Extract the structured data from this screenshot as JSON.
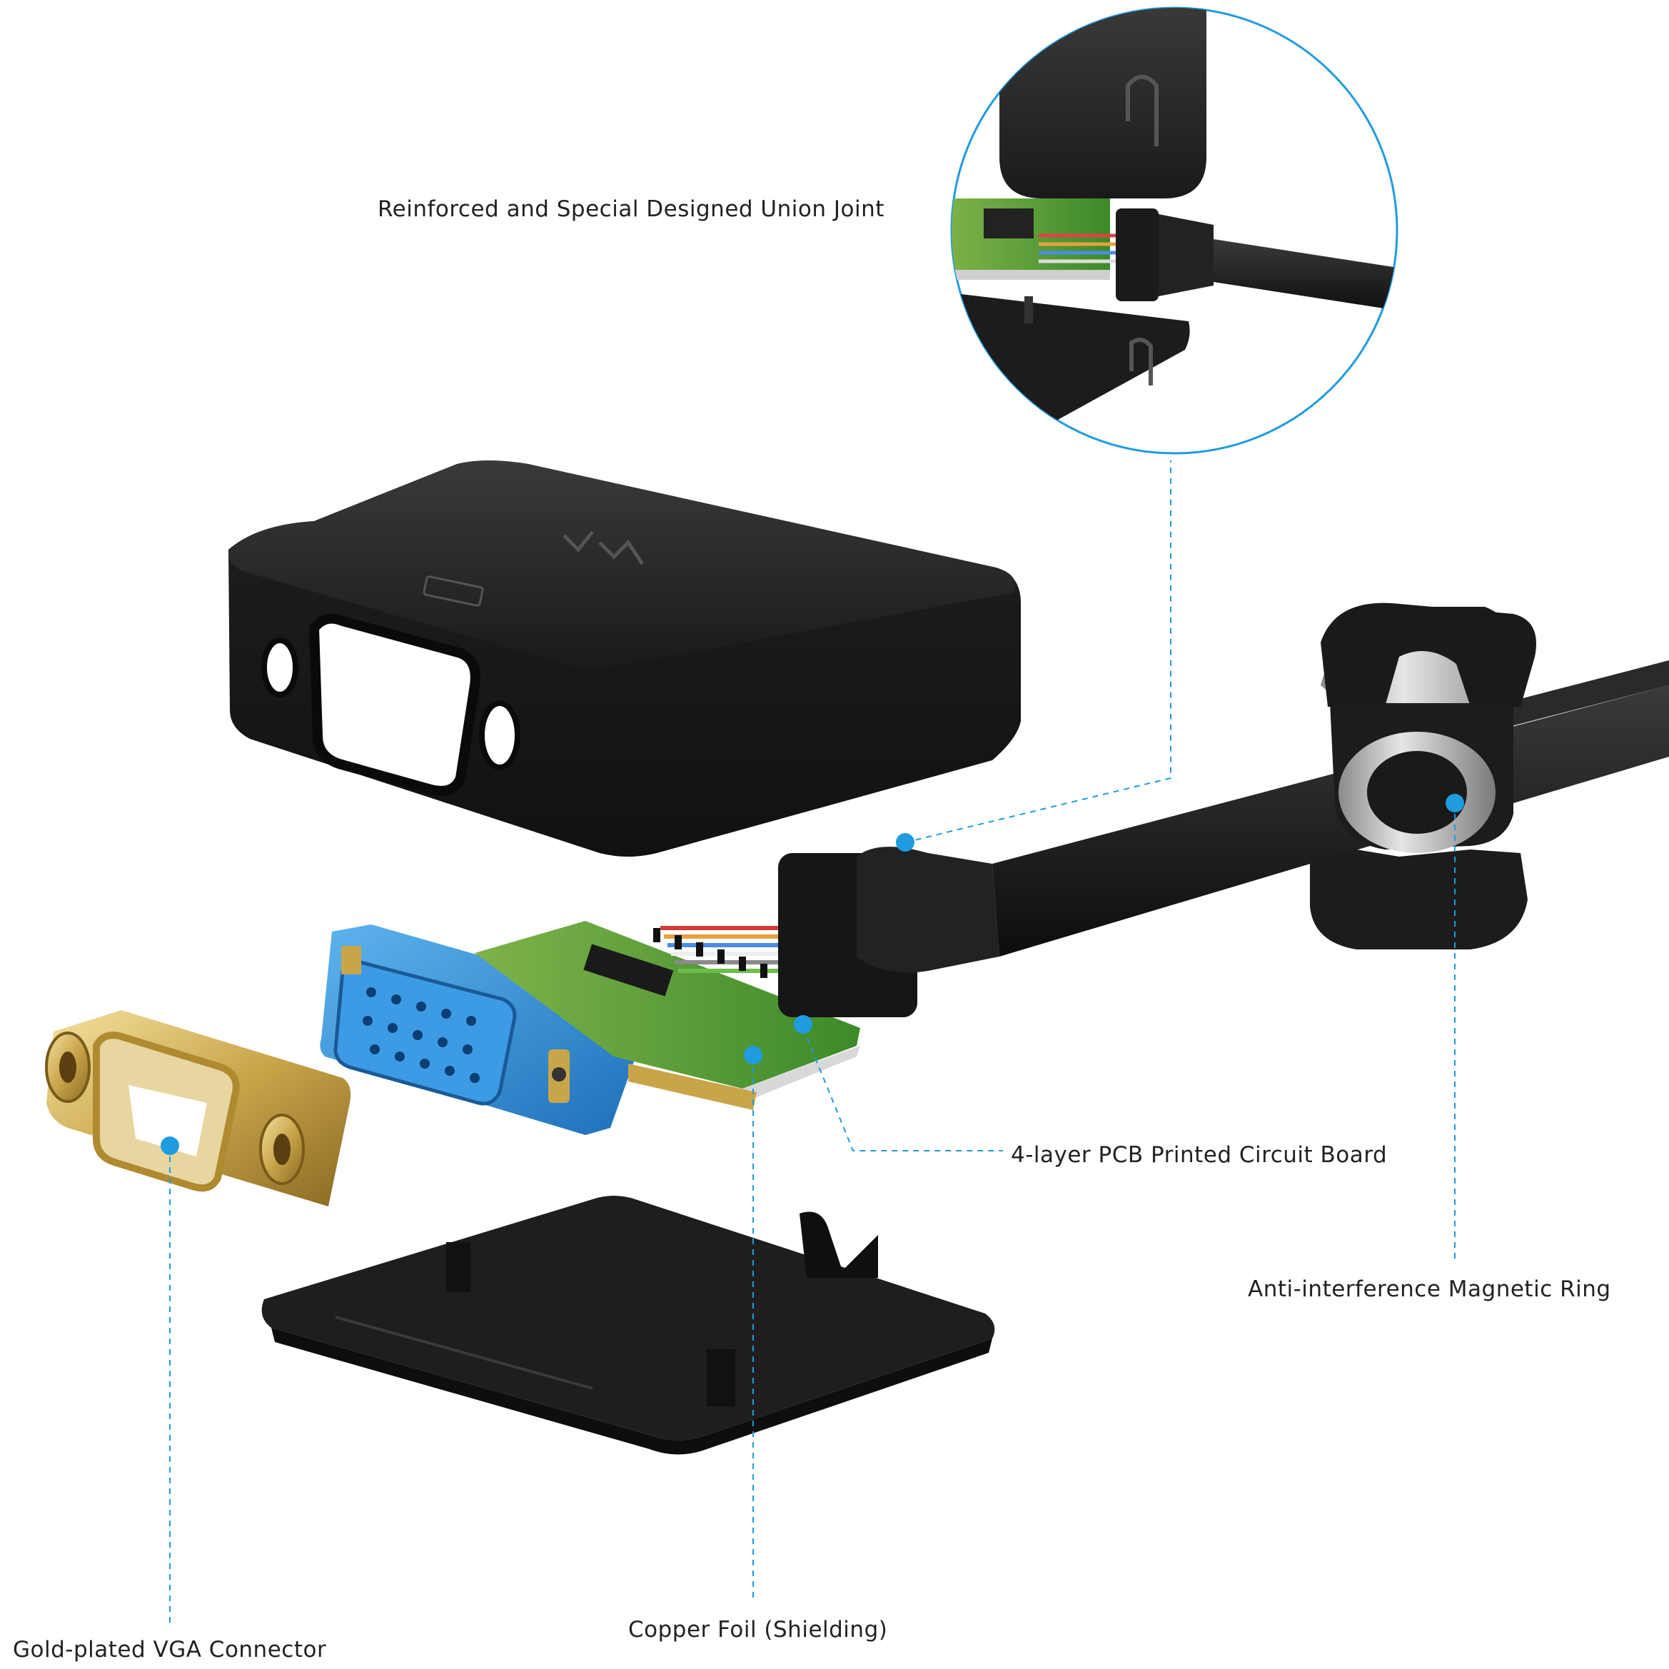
{
  "labels": {
    "union_joint": "Reinforced and Special Designed Union Joint",
    "pcb": "4-layer PCB Printed Circuit Board",
    "magnetic_ring": "Anti-interference Magnetic Ring",
    "vga_connector": "Gold-plated VGA Connector",
    "copper_foil": "Copper Foil (Shielding)"
  },
  "colors": {
    "accent": "#1f9be0",
    "housing": "#1c1c1c",
    "pcb_green": "#3c8a2a",
    "vga_blue": "#2f8fd8",
    "gold": "#c9a54a",
    "ring_silver": "#b8b8b8"
  }
}
